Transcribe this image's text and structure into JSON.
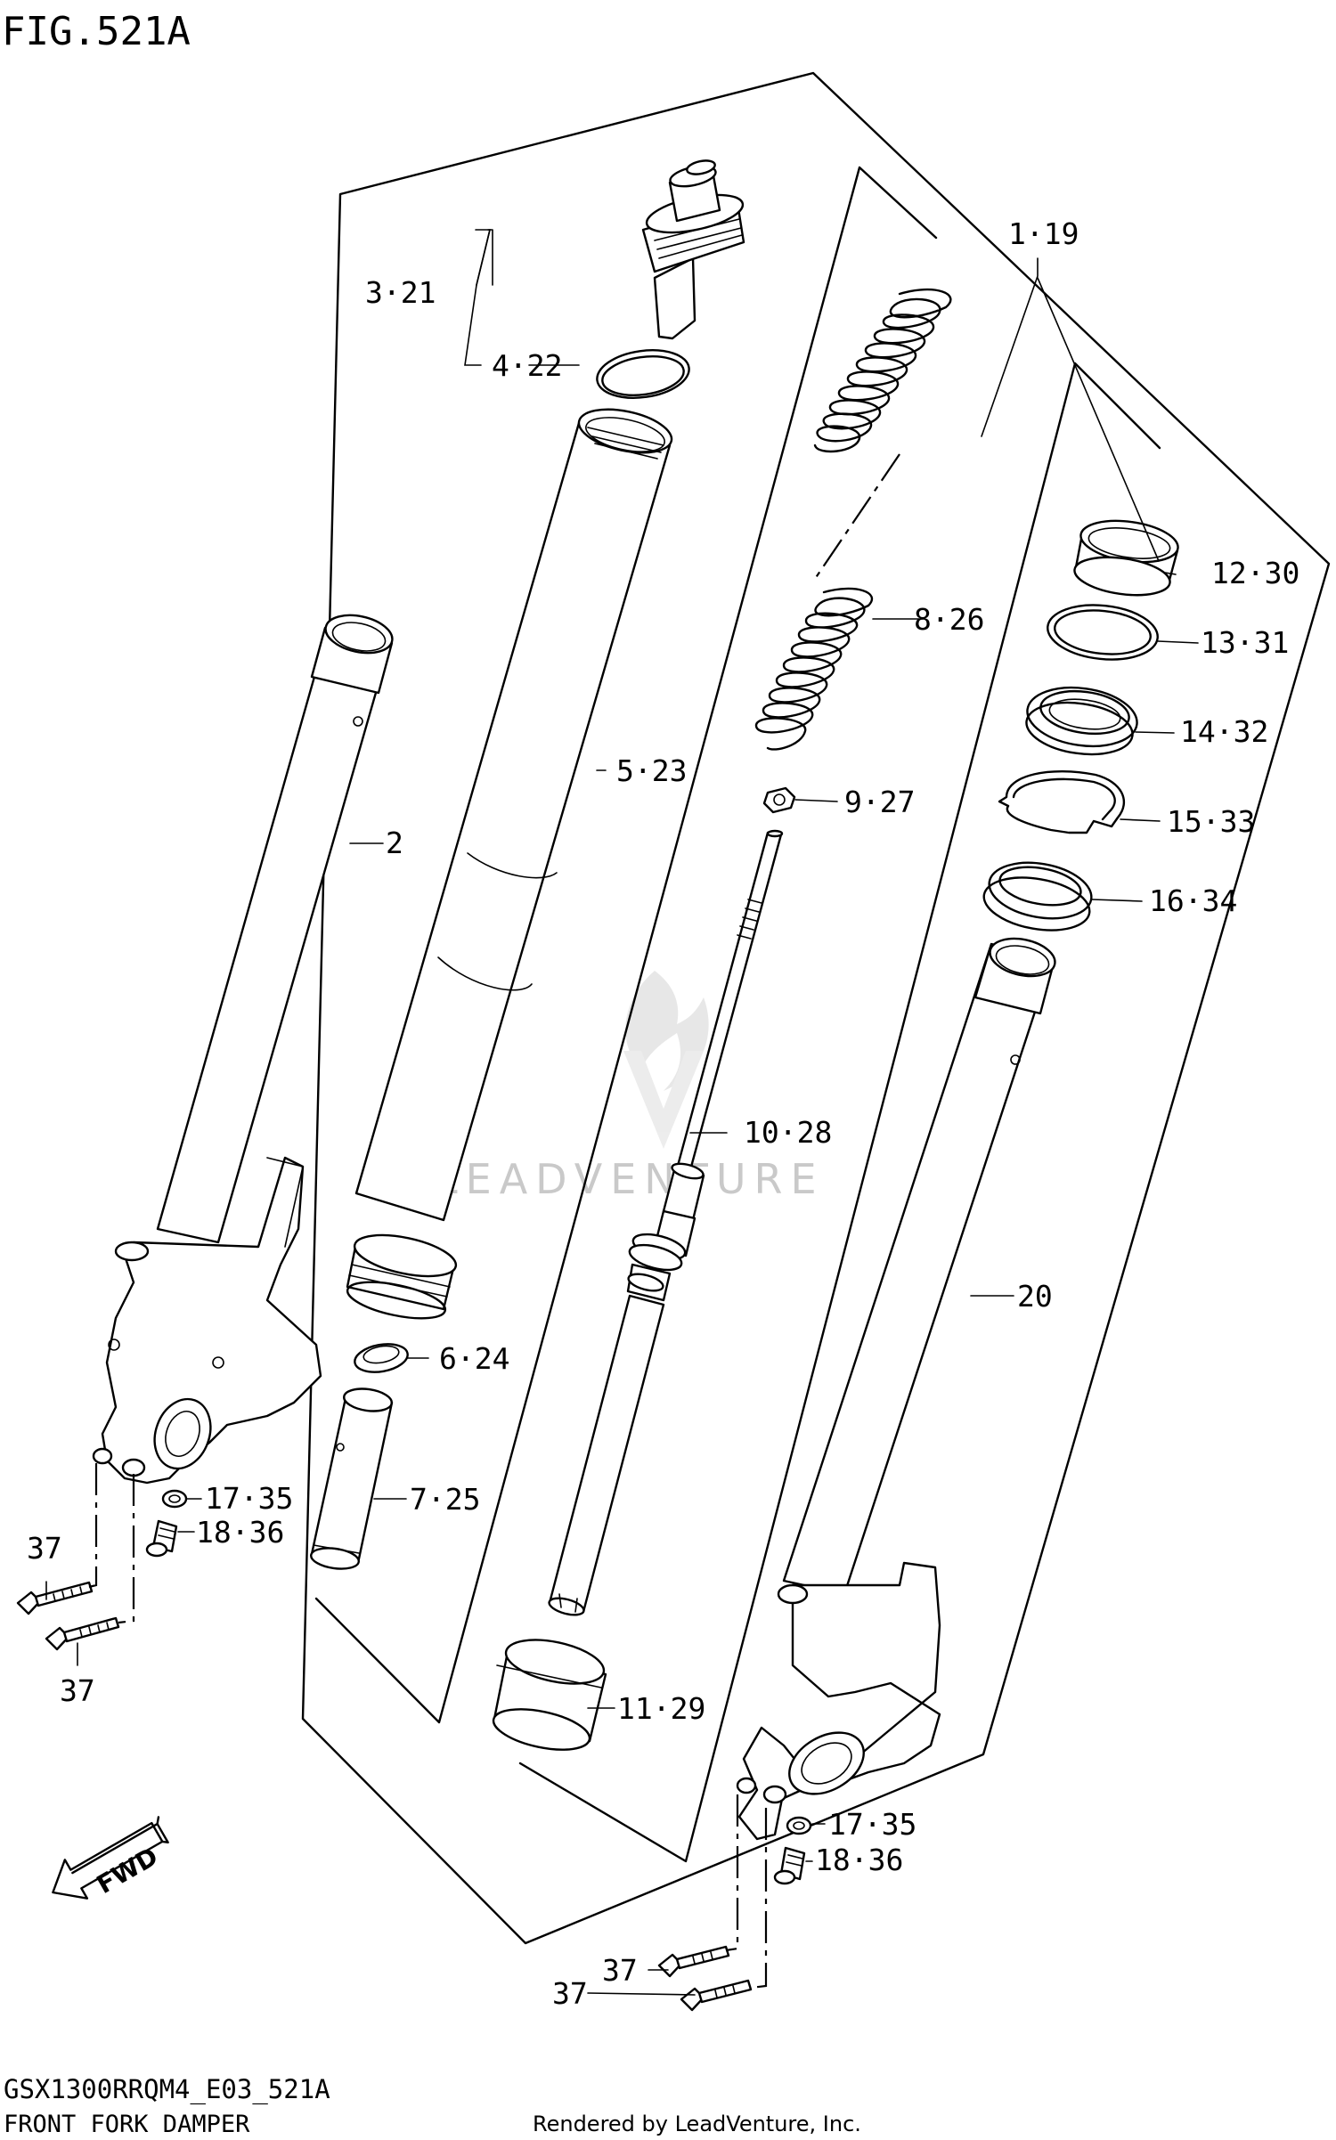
{
  "figure": {
    "title": "FIG.521A",
    "code": "GSX1300RRQM4_E03_521A",
    "name": "FRONT FORK DAMPER",
    "rendered_by": "Rendered by LeadVenture, Inc.",
    "watermark": "LEADVENTURE",
    "fwd_arrow": "FWD"
  },
  "callouts": {
    "c1": "1·19",
    "c2": "2",
    "c3": "3·21",
    "c4": "4·22",
    "c5": "5·23",
    "c6": "6·24",
    "c7": "7·25",
    "c8": "8·26",
    "c9": "9·27",
    "c10": "10·28",
    "c11": "11·29",
    "c12": "12·30",
    "c13": "13·31",
    "c14": "14·32",
    "c15": "15·33",
    "c16": "16·34",
    "c17a": "17·35",
    "c17b": "17·35",
    "c18a": "18·36",
    "c18b": "18·36",
    "c20": "20",
    "c37a": "37",
    "c37b": "37",
    "c37c": "37",
    "c37d": "37"
  }
}
